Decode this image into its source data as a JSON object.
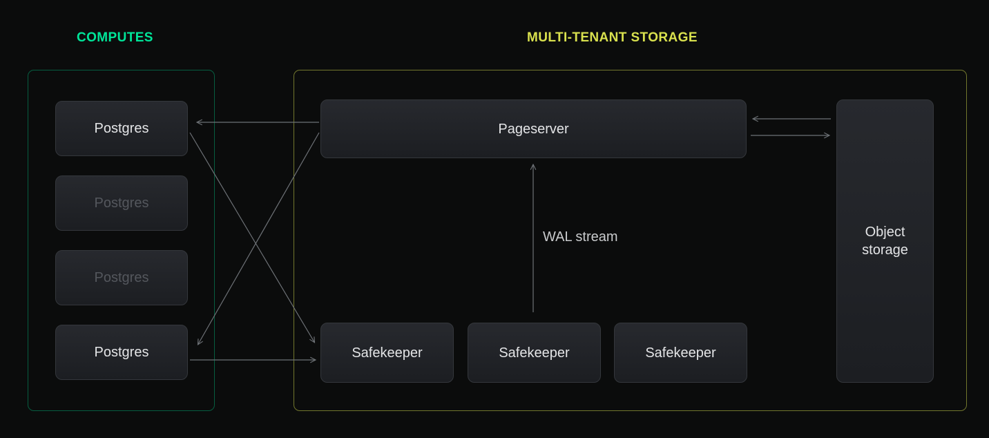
{
  "colors": {
    "computes_accent": "#00e599",
    "storage_accent": "#d9e14e",
    "arrow": "#6e7277",
    "background": "#0b0c0c"
  },
  "headers": {
    "computes": "COMPUTES",
    "storage": "MULTI-TENANT STORAGE"
  },
  "computes": {
    "nodes": [
      {
        "label": "Postgres",
        "state": "active"
      },
      {
        "label": "Postgres",
        "state": "inactive"
      },
      {
        "label": "Postgres",
        "state": "inactive"
      },
      {
        "label": "Postgres",
        "state": "active"
      }
    ]
  },
  "storage": {
    "pageserver": {
      "label": "Pageserver"
    },
    "safekeepers": [
      {
        "label": "Safekeeper"
      },
      {
        "label": "Safekeeper"
      },
      {
        "label": "Safekeeper"
      }
    ],
    "object_storage": {
      "label": "Object storage"
    },
    "wal_stream_label": "WAL stream"
  }
}
